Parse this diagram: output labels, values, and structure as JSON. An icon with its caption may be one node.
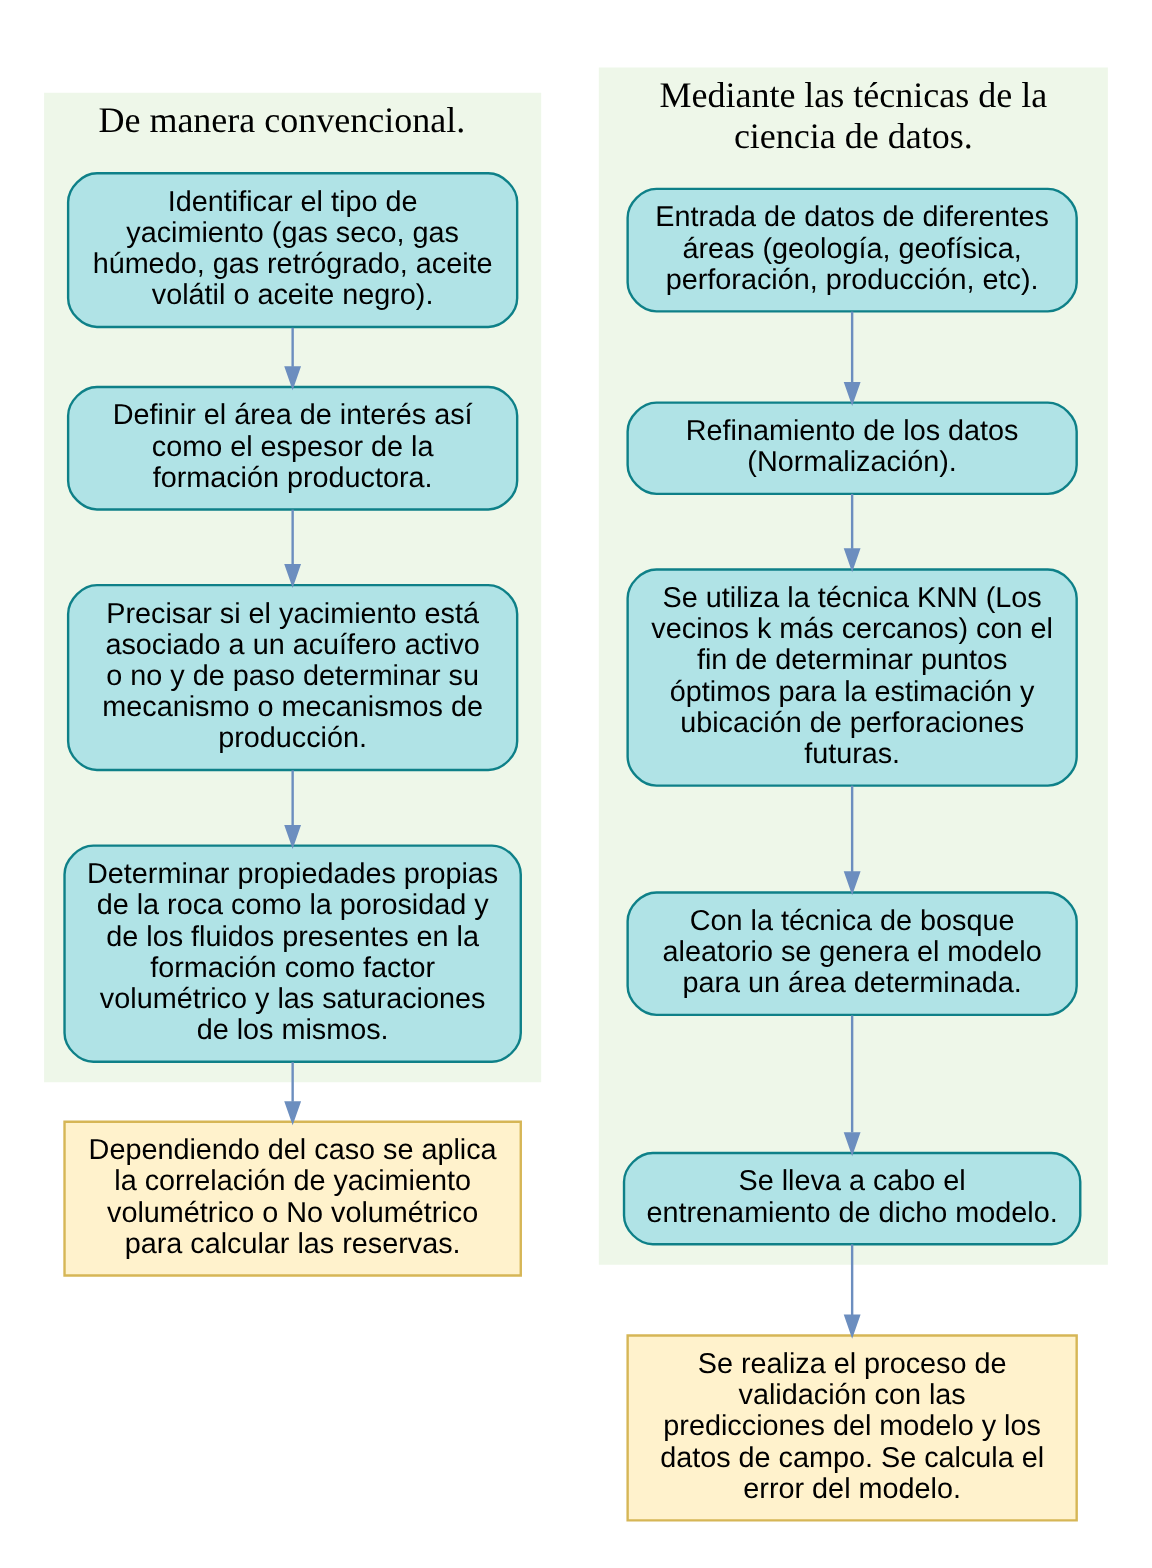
{
  "diagram": {
    "nodes": [
      {
        "text": [
          "De manera convencional."
        ]
      },
      {
        "text": [
          "Identificar el tipo de yacimiento (gas seco, gas húmedo, gas retrógrado, aceite volátil o aceite negro)."
        ],
        "in": 0
      },
      {
        "text": [
          "Definir el área de interés así como el espesor de la formación productora."
        ],
        "in": 0
      },
      {
        "text": [
          "Precisar si el yacimiento está asociado a un acuífero activo o no y de paso determinar su mecanismo o mecanismos de producción."
        ],
        "in": 0
      },
      {
        "text": [
          "Determinar propiedades propias de la roca como la porosidad y de los fluidos presentes en la formación como factor volumétrico y las saturaciones de los mismos."
        ],
        "in": 0
      },
      {
        "text": [
          "Dependiendo del caso se aplica la correlación de yacimiento volumétrico o No volumétrico para calcular las reservas."
        ]
      },
      {
        "text": [
          "Mediante las técnicas de la ciencia de datos."
        ]
      },
      {
        "text": [
          "Entrada de datos de diferentes áreas (geología, geofísica, perforación, producción, etc)."
        ],
        "in": 6
      },
      {
        "text": [
          "Refinamiento de los datos (Normalización)."
        ],
        "in": 6
      },
      {
        "text": [
          "Se utiliza la técnica KNN (Los vecinos k más cercanos) con el fin de determinar puntos óptimos para la estimación y ubicación de perforaciones futuras."
        ],
        "in": 6
      },
      {
        "text": [
          "Con la técnica de bosque aleatorio se genera el modelo para un área determinada."
        ],
        "in": 6
      },
      {
        "text": [
          "Se lleva a cabo el entrenamiento de dicho modelo."
        ],
        "in": 6
      },
      {
        "text": [
          "Se realiza el proceso de validación con las predicciones del modelo y los datos de campo. Se calcula el error del modelo."
        ]
      }
    ],
    "edges": [
      {
        "from": 1,
        "to": 2,
        "arrow": "to"
      },
      {
        "from": 2,
        "to": 3,
        "arrow": "to"
      },
      {
        "from": 3,
        "to": 4,
        "arrow": "to"
      },
      {
        "from": 4,
        "to": 5,
        "arrow": "to"
      },
      {
        "from": 7,
        "to": 8,
        "arrow": "to"
      },
      {
        "from": 8,
        "to": 9,
        "arrow": "to"
      },
      {
        "from": 9,
        "to": 10,
        "arrow": "to"
      },
      {
        "from": 10,
        "to": 11,
        "arrow": "to"
      },
      {
        "from": 11,
        "to": 12,
        "arrow": "to"
      }
    ]
  }
}
